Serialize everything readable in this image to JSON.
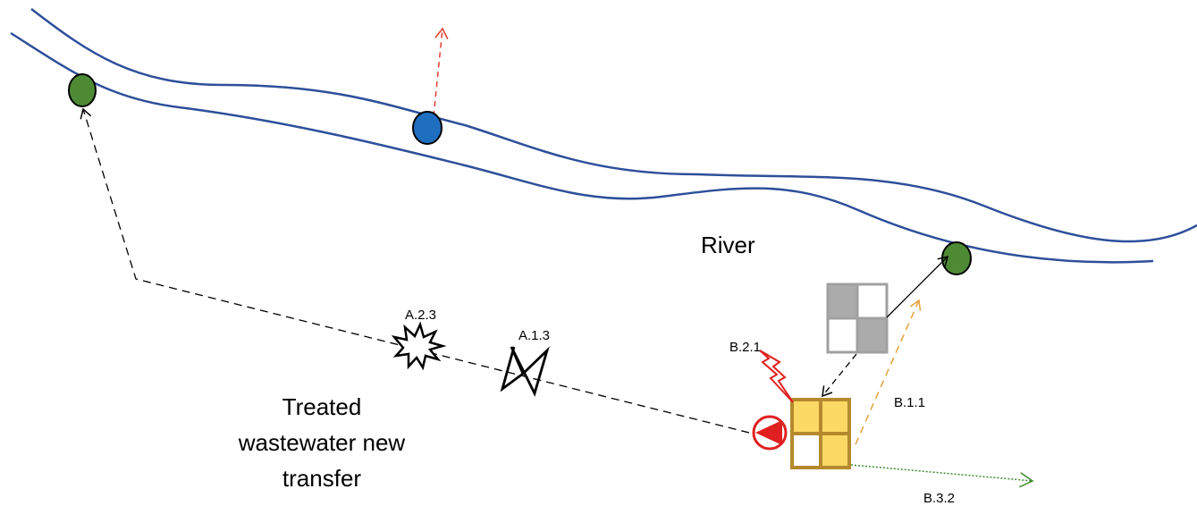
{
  "labels": {
    "river": "River",
    "caption": [
      "Treated",
      "wastewater new",
      "transfer"
    ],
    "a23": "A.2.3",
    "a13": "A.1.3",
    "b21": "B.2.1",
    "b11": "B.1.1",
    "b32": "B.3.2"
  },
  "colors": {
    "river": "#2e4f9a",
    "monitor_point": "#4e8a34",
    "intake_point": "#1f6fc0",
    "treatment_unit": "#fcd865",
    "treatment_outline": "#b58a2e",
    "storage_unit": "#ababab",
    "pump": "#e02020",
    "leak_arrow": "#e23b2b",
    "discharge_arrow": "#e2a23b",
    "reuse_arrow": "#3f8a2e",
    "pipeline": "#000000"
  },
  "icons": {
    "leak": "leak-burst-icon",
    "valve": "valve-icon",
    "pump": "pump-icon",
    "power": "lightning-icon"
  }
}
